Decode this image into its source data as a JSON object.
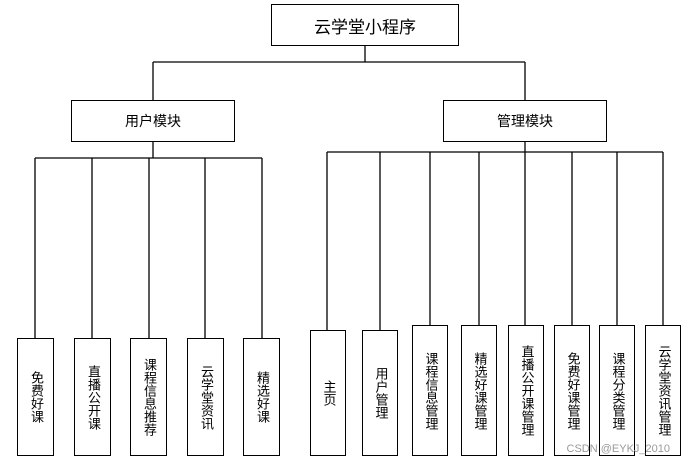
{
  "root": {
    "label": "云学堂小程序"
  },
  "modules": [
    {
      "id": "user",
      "label": "用户模块",
      "children": [
        "免费好课",
        "直播公开课",
        "课程信息推荐",
        "云学堂资讯",
        "精选好课"
      ]
    },
    {
      "id": "admin",
      "label": "管理模块",
      "children": [
        "主页",
        "用户管理",
        "课程信息管理",
        "精选好课管理",
        "直播公开课管理",
        "免费好课管理",
        "课程分类管理",
        "云学堂资讯管理"
      ]
    }
  ],
  "watermark": "CSDN @EYKJ_2010"
}
